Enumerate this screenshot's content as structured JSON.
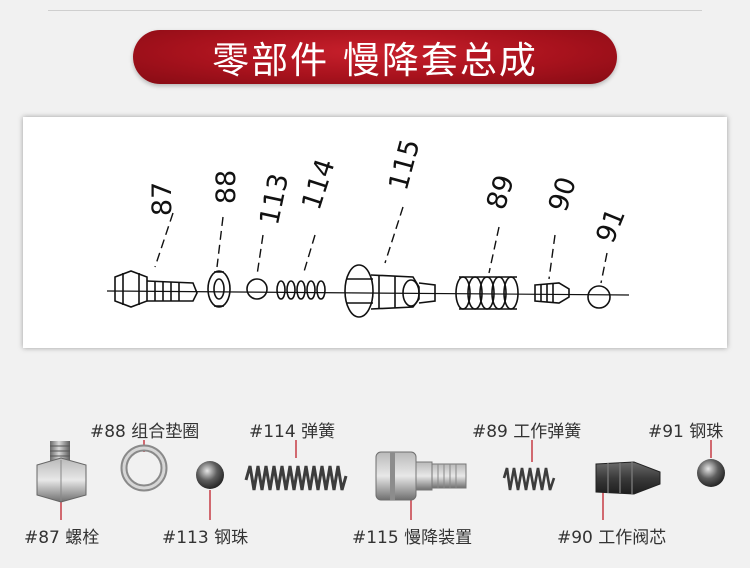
{
  "title": "零部件 慢降套总成",
  "diagram_numbers": [
    "87",
    "88",
    "113",
    "114",
    "115",
    "89",
    "90",
    "91"
  ],
  "parts": [
    {
      "no": "#87",
      "name": "螺栓"
    },
    {
      "no": "#88",
      "name": "组合垫圈"
    },
    {
      "no": "#113",
      "name": "钢珠"
    },
    {
      "no": "#114",
      "name": "弹簧"
    },
    {
      "no": "#115",
      "name": "慢降装置"
    },
    {
      "no": "#89",
      "name": "工作弹簧"
    },
    {
      "no": "#90",
      "name": "工作阀芯"
    },
    {
      "no": "#91",
      "name": "钢珠"
    }
  ],
  "colors": {
    "banner": "#b0141f",
    "leader": "#c0202a"
  }
}
